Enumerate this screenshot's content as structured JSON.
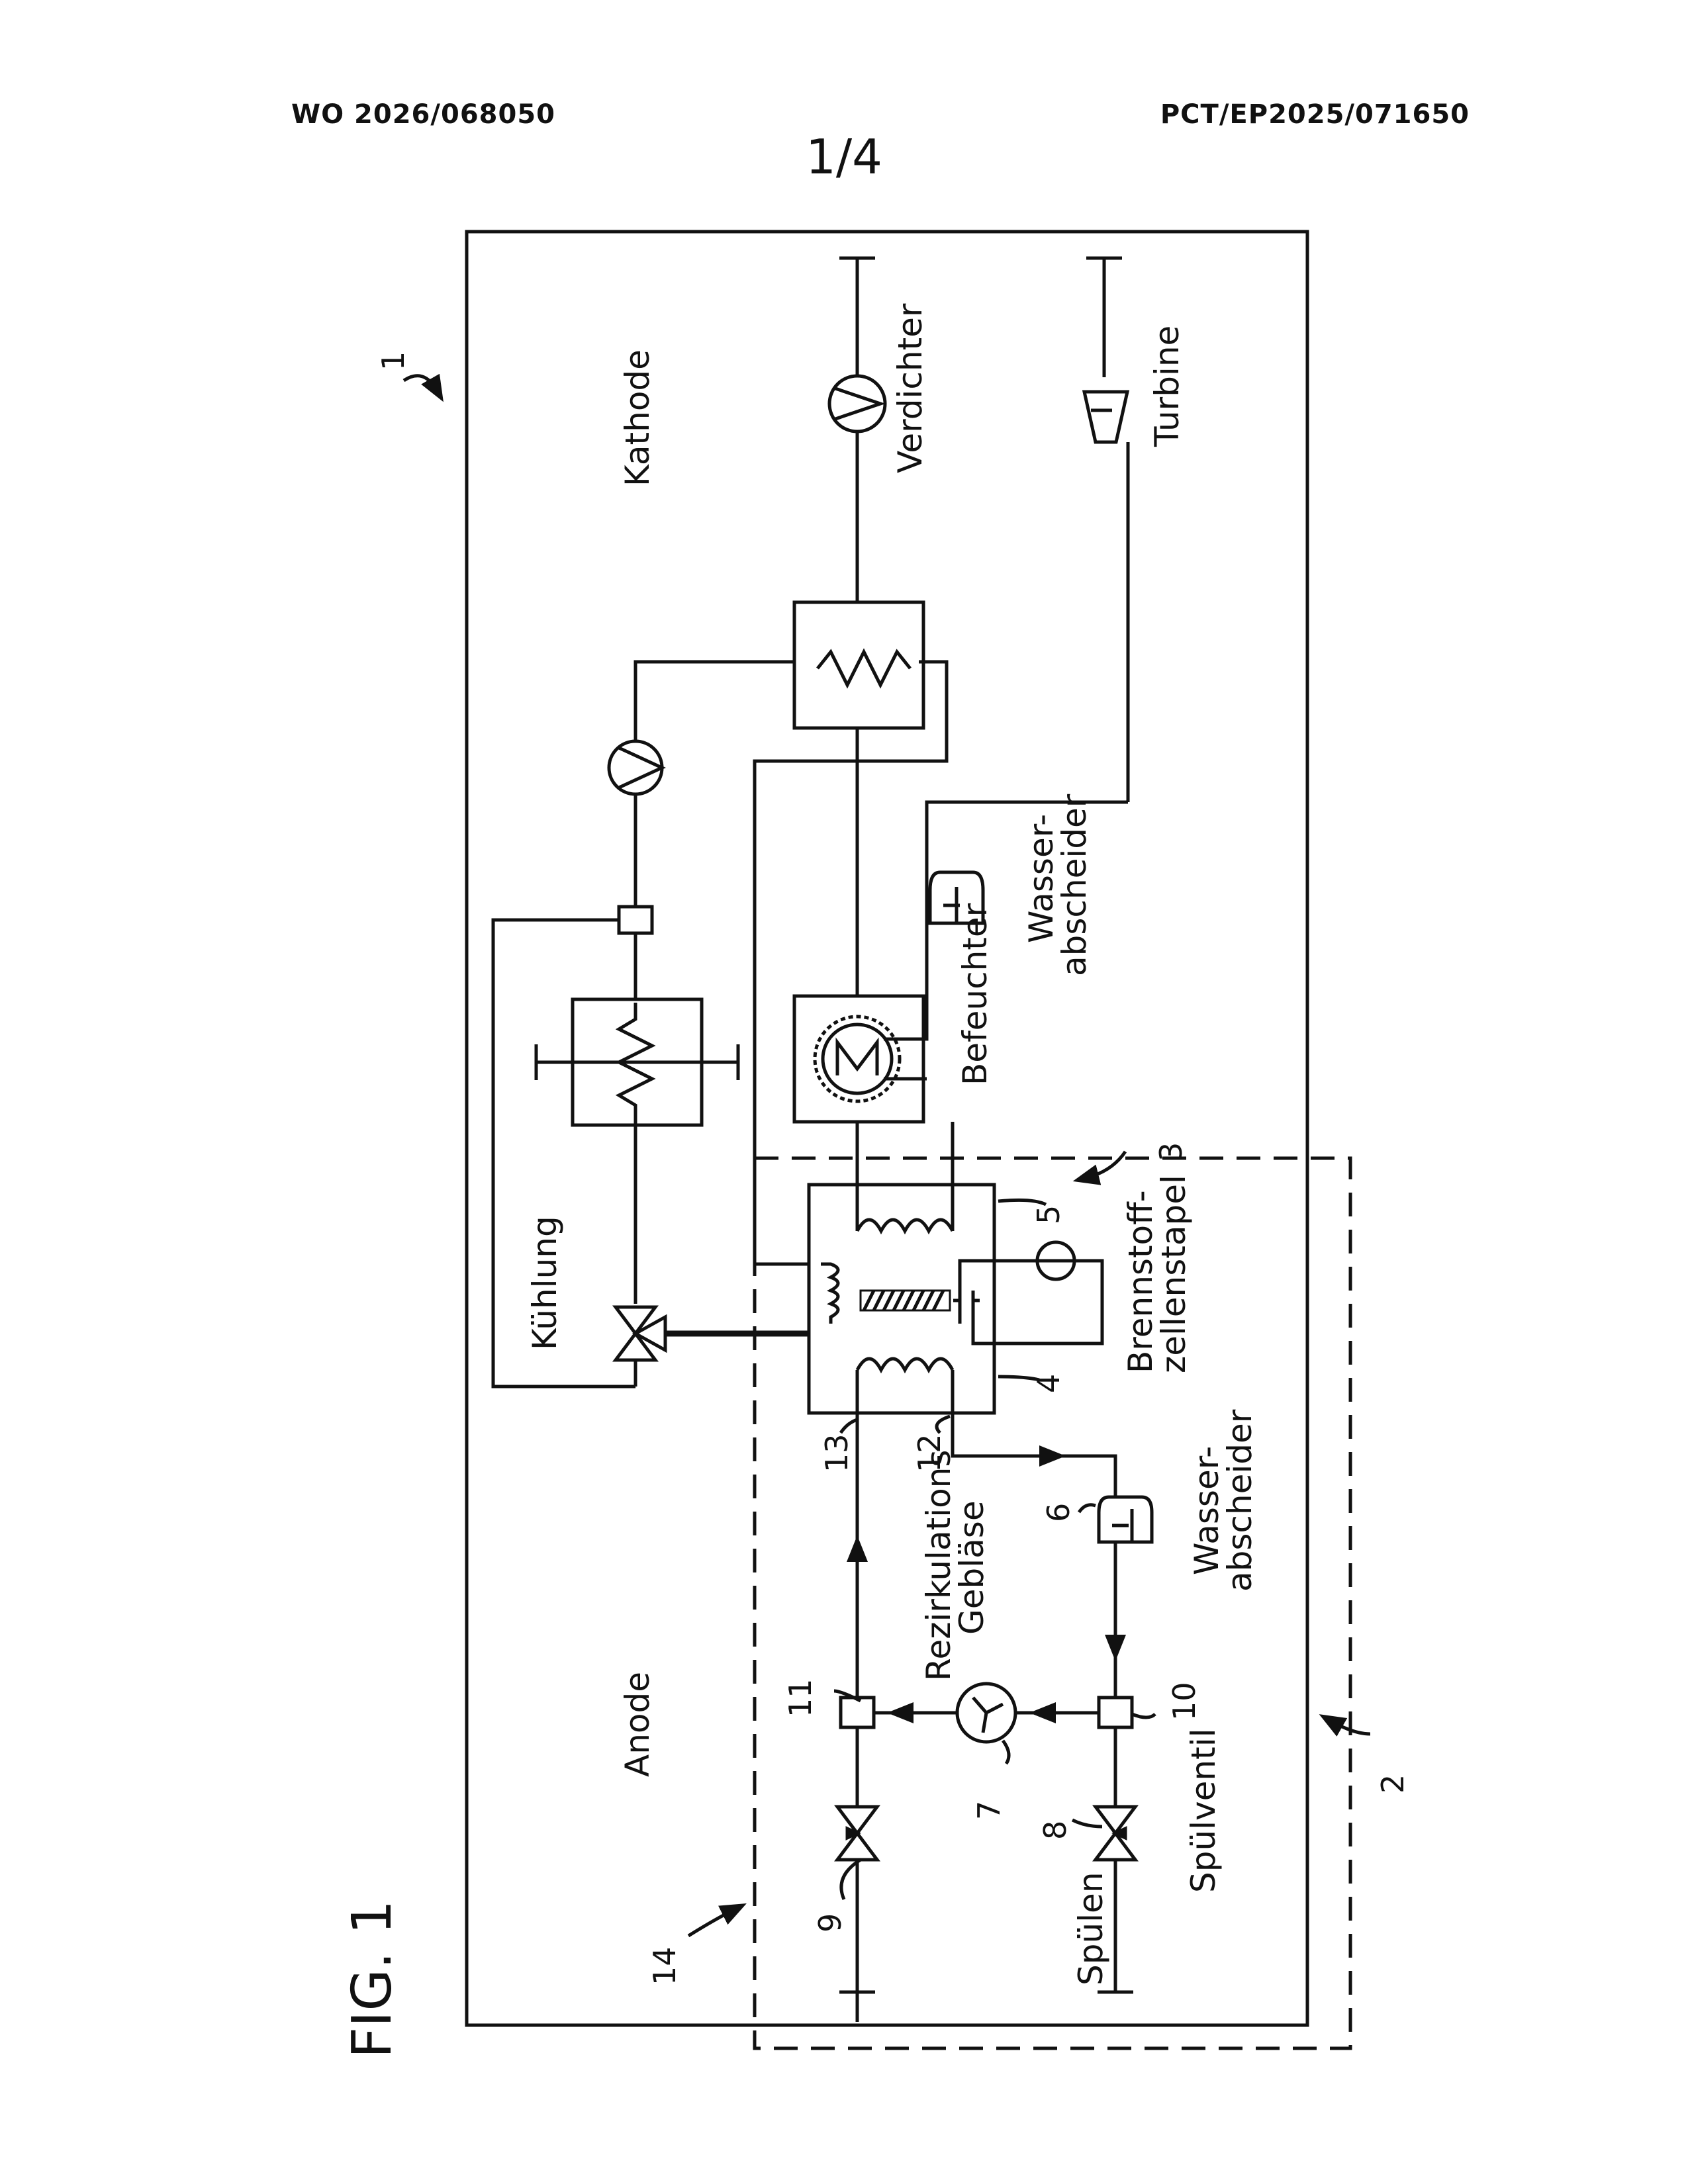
{
  "header": {
    "publication_number": "WO 2026/068050",
    "application_number": "PCT/EP2025/071650",
    "sheet": "1/4"
  },
  "figure": {
    "caption": "FIG. 1",
    "labels": {
      "kathode": "Kathode",
      "anode": "Anode",
      "verdichter": "Verdichter",
      "turbine": "Turbine",
      "kuehlung": "Kühlung",
      "befeuchter": "Befeuchter",
      "wasserabscheider_cathode_1": "Wasser-",
      "wasserabscheider_cathode_2": "abscheider",
      "wasserabscheider_anode_1": "Wasser-",
      "wasserabscheider_anode_2": "abscheider",
      "stack_1": "Brennstoff-",
      "stack_2": "zellenstapel",
      "blower_1": "Rezirkulations",
      "blower_2": "Gebläse",
      "spuelventil": "Spülventil",
      "spuelen": "Spülen"
    },
    "reference_numerals": {
      "system": "1",
      "subsystem": "2",
      "stack": "3",
      "anode_side": "4",
      "cathode_side": "5",
      "water_separator": "6",
      "blower": "7",
      "purge_valve": "8",
      "valve": "9",
      "tee_right": "10",
      "tee_left": "11",
      "outlet": "12",
      "inlet": "13",
      "region": "14"
    }
  }
}
